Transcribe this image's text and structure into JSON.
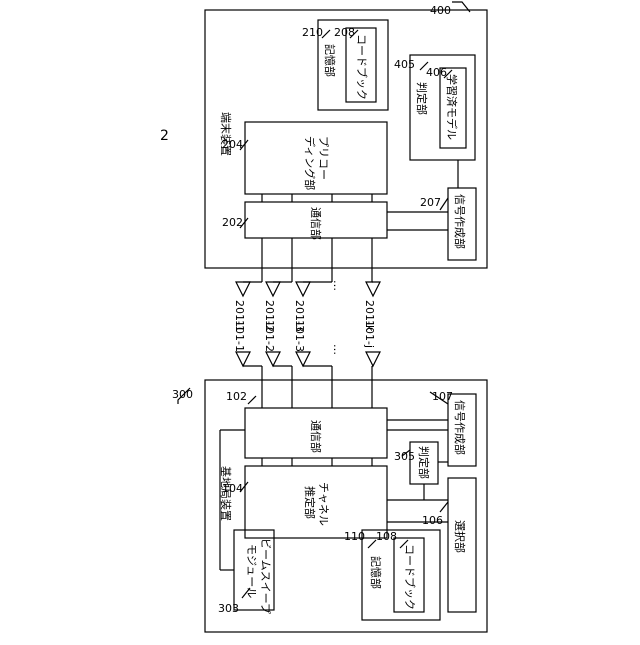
{
  "figure_number": "2",
  "terminal": {
    "ref": "400",
    "title": "端末装置",
    "precoding": {
      "ref": "204",
      "line1": "プリコー",
      "line2": "ディング部"
    },
    "comm": {
      "ref": "202",
      "label": "通信部"
    },
    "storage": {
      "ref": "210",
      "label": "記憶部"
    },
    "codebook": {
      "ref": "208",
      "label": "コードブック"
    },
    "judge": {
      "ref": "405",
      "label": "判定部"
    },
    "learned_model": {
      "ref": "406",
      "label": "学習済モデル"
    },
    "signal_gen": {
      "ref": "207",
      "label": "信号作成部"
    },
    "antennas": [
      "201-1",
      "201-2",
      "201-3",
      "201-k"
    ],
    "antenna_dots": "…"
  },
  "base": {
    "ref": "300",
    "title": "基地局装置",
    "channel_est": {
      "ref": "104",
      "line1": "チャネル",
      "line2": "推定部"
    },
    "comm": {
      "ref": "102",
      "label": "通信部"
    },
    "signal_gen": {
      "ref": "107",
      "label": "信号作成部"
    },
    "judge": {
      "ref": "305",
      "label": "判定部"
    },
    "select": {
      "ref": "106",
      "label": "選択部"
    },
    "beam_sweep": {
      "ref": "303",
      "line1": "ビームスイープ",
      "line2": "モジュール"
    },
    "storage": {
      "ref": "110",
      "label": "記憶部"
    },
    "codebook": {
      "ref": "108",
      "label": "コードブック"
    },
    "antennas": [
      "101-1",
      "101-2",
      "101-3",
      "101-j"
    ],
    "antenna_dots": "…"
  }
}
